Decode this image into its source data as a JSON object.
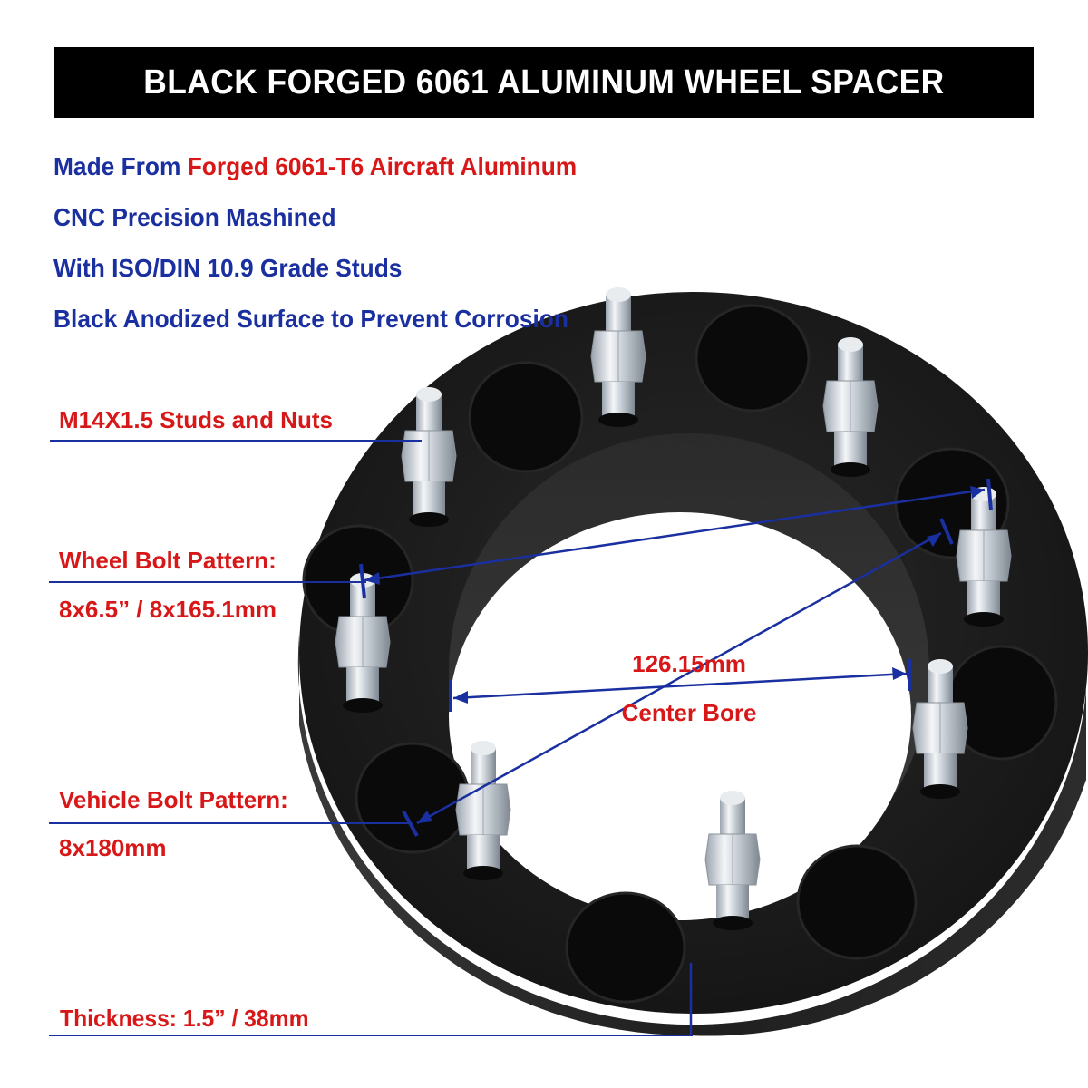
{
  "banner": {
    "title": "BLACK FORGED 6061 ALUMINUM WHEEL SPACER",
    "bg_color": "#000000",
    "text_color": "#ffffff"
  },
  "features": [
    {
      "prefix": "Made From ",
      "highlight": "Forged 6061-T6 Aircraft Aluminum"
    },
    {
      "prefix": "CNC Precision Mashined",
      "highlight": ""
    },
    {
      "prefix": "With ISO/DIN 10.9 Grade Studs",
      "highlight": ""
    },
    {
      "prefix": "Black Anodized Surface to Prevent Corrosion",
      "highlight": ""
    }
  ],
  "callouts": {
    "studs": {
      "label": "M14X1.5 Studs and Nuts"
    },
    "wheel_bolt_pattern": {
      "label": "Wheel Bolt Pattern:",
      "value": "8x6.5” / 8x165.1mm"
    },
    "vehicle_bolt_pattern": {
      "label": "Vehicle Bolt Pattern:",
      "value": "8x180mm"
    },
    "thickness": {
      "label": "Thickness: 1.5” / 38mm"
    },
    "center_bore": {
      "value": "126.15mm",
      "label": "Center Bore"
    }
  },
  "colors": {
    "feature_blue": "#1a2fa0",
    "accent_red": "#d81818",
    "spacer_black": "#1c1c1c",
    "dimension_line": "#1a2fa0"
  }
}
